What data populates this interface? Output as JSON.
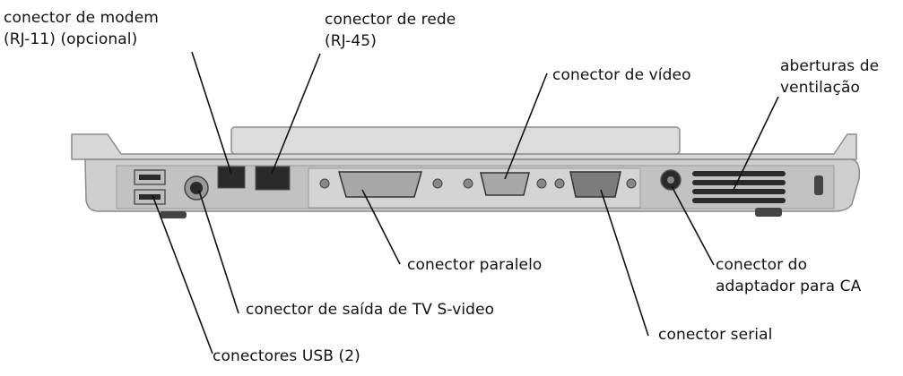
{
  "diagram": {
    "labels": {
      "modem": [
        "conector de modem",
        "(RJ-11) (opcional)"
      ],
      "network": [
        "conector de rede",
        "(RJ-45)"
      ],
      "video": [
        "conector de vídeo"
      ],
      "vents": [
        "aberturas de",
        "ventilação"
      ],
      "parallel": [
        "conector paralelo"
      ],
      "ac_adapter": [
        "conector do",
        "adaptador para CA"
      ],
      "tv_out": [
        "conector de saída de TV S-video"
      ],
      "serial": [
        "conector serial"
      ],
      "usb": [
        "conectores USB (2)"
      ]
    },
    "colors": {
      "text": "#111111",
      "leader": "#111111",
      "chassis": "#cfcfcf",
      "chassis_dark": "#9a9a9a",
      "port_dark": "#2a2a2a"
    }
  }
}
